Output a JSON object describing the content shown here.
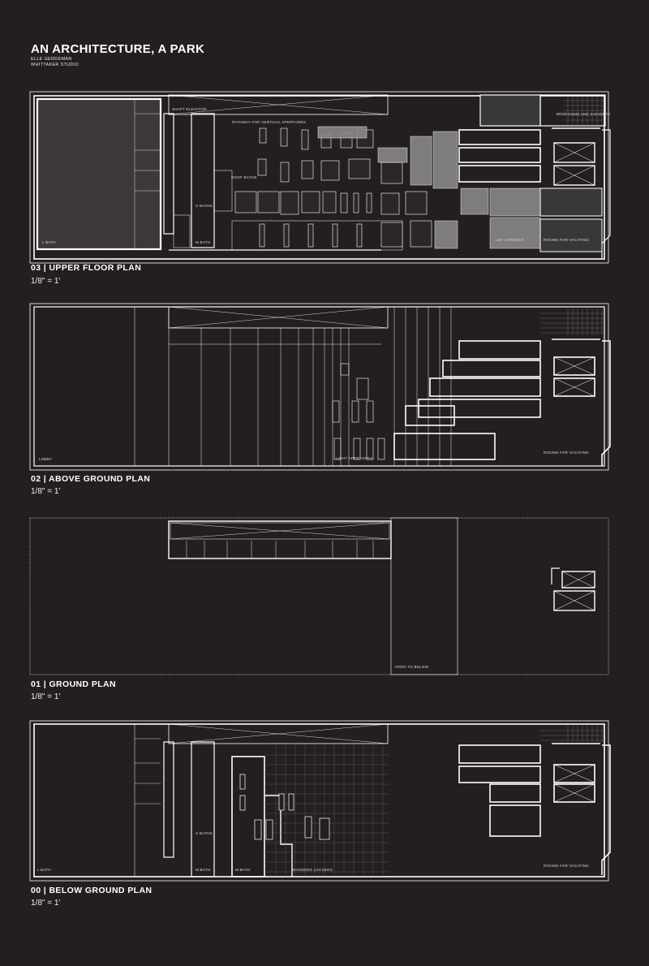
{
  "header": {
    "title": "AN ARCHITECTURE, A PARK",
    "author": "ELLE GERDEMAN",
    "studio": "WHITTAKER STUDIO"
  },
  "plans": [
    {
      "title": "03  |  UPPER FLOOR PLAN",
      "scale": "1/8\" = 1'",
      "labels": {
        "shaft": "SHAFT ELEVATOR",
        "pathway": "PATHWAY FOR VERTICAL APERTURES",
        "roof_baths": "ROOF BATHS",
        "s_baths": "S BATHS",
        "m_bath": "M BATH",
        "l_bath": "L BATH",
        "bedrooms": "BEDROOMS AND SHOWERS",
        "lof": "LOF CONNECT",
        "rooms": "ROOMS FOR VACATING"
      }
    },
    {
      "title": "02  |  ABOVE GROUND PLAN",
      "scale": "1/8\" = 1'",
      "labels": {
        "lobby": "LOBBY",
        "light": "LIGHT APERTURES",
        "rooms": "ROOMS FOR VACATING"
      }
    },
    {
      "title": "01  |  GROUND PLAN",
      "scale": "1/8\" = 1'",
      "labels": {
        "open": "OPEN TO BELOW"
      }
    },
    {
      "title": "00  |  BELOW GROUND PLAN",
      "scale": "1/8\" = 1'",
      "labels": {
        "l_bath": "L BATH",
        "s_baths": "S BATHS",
        "m_bath1": "M BATH",
        "m_bath2": "M BATH",
        "showers": "SHOWERS LOCKERS",
        "rooms": "ROOMS FOR VACATING"
      }
    }
  ],
  "colors": {
    "background": "#231f20",
    "line": "#ffffff",
    "dark_fill": "#3a3738"
  }
}
